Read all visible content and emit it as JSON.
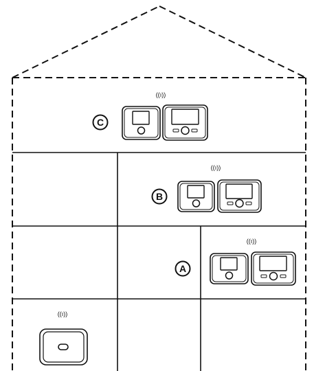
{
  "diagram": {
    "levels": [
      {
        "label": "C",
        "signal": "((ı))"
      },
      {
        "label": "B",
        "signal": "((ı))"
      },
      {
        "label": "A",
        "signal": "((ı))"
      }
    ],
    "base_unit": {
      "signal": "((ı))"
    },
    "colors": {
      "line": "#111111",
      "device_fill": "#ffffff",
      "background": "#ffffff"
    }
  }
}
